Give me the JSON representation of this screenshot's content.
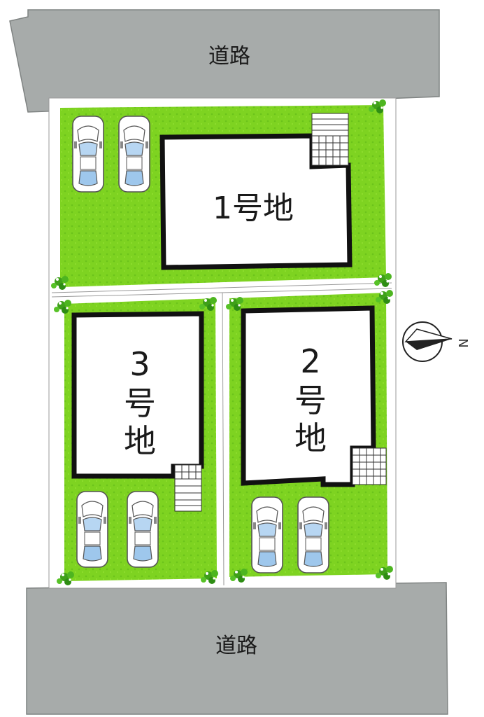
{
  "roads": {
    "top_label": "道路",
    "bottom_label": "道路"
  },
  "lots": {
    "lot1": {
      "label": "1号地"
    },
    "lot2": {
      "label_number": "2",
      "label_kanji_1": "号",
      "label_kanji_2": "地"
    },
    "lot3": {
      "label_number": "3",
      "label_kanji_1": "号",
      "label_kanji_2": "地"
    }
  },
  "compass": {
    "label": "N"
  },
  "colors": {
    "road": "#a7abaa",
    "lawn": "#7ed321",
    "lawn_dark": "#5fae1a",
    "building_border": "#111111",
    "building_fill": "#ffffff",
    "car_body": "#ffffff",
    "car_glass": "#9ec7ec"
  },
  "icons": [
    "car-icon",
    "stairs-icon",
    "tree-icon",
    "compass-icon"
  ]
}
